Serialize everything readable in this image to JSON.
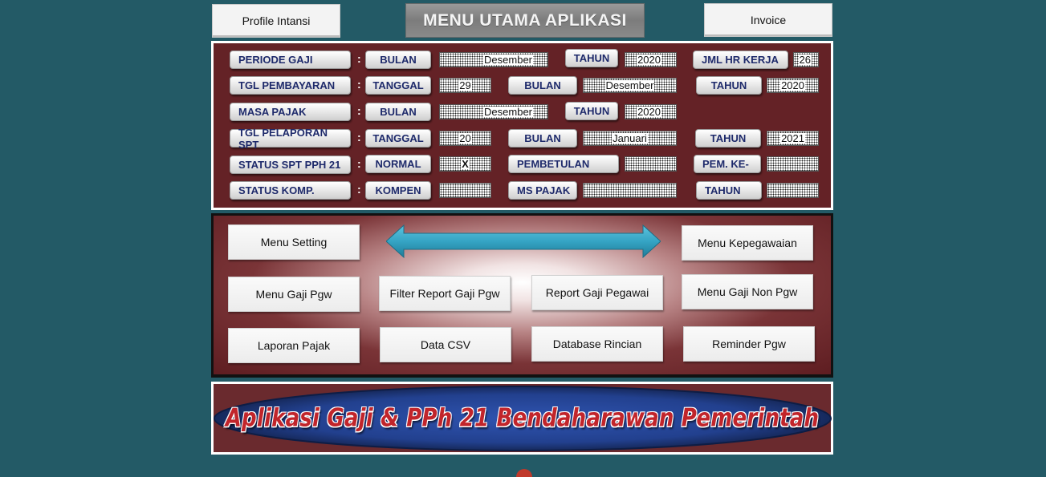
{
  "header": {
    "profile_button": "Profile Intansi",
    "title": "MENU UTAMA APLIKASI",
    "invoice_button": "Invoice"
  },
  "info": {
    "periode_gaji": {
      "label": "PERIODE GAJI",
      "bulan_label": "BULAN",
      "bulan": "Desember",
      "tahun_label": "TAHUN",
      "tahun": "2020",
      "jml_label": "JML HR KERJA",
      "jml": "26"
    },
    "tgl_pembayaran": {
      "label": "TGL PEMBAYARAN",
      "tanggal_label": "TANGGAL",
      "tanggal": "29",
      "bulan_label": "BULAN",
      "bulan": "Desember",
      "tahun_label": "TAHUN",
      "tahun": "2020"
    },
    "masa_pajak": {
      "label": "MASA PAJAK",
      "bulan_label": "BULAN",
      "bulan": "Desember",
      "tahun_label": "TAHUN",
      "tahun": "2020"
    },
    "tgl_pelaporan": {
      "label": "TGL PELAPORAN SPT",
      "tanggal_label": "TANGGAL",
      "tanggal": "20",
      "bulan_label": "BULAN",
      "bulan": "Januari",
      "tahun_label": "TAHUN",
      "tahun": "2021"
    },
    "status_spt": {
      "label": "STATUS SPT PPH 21",
      "normal_label": "NORMAL",
      "normal": "X",
      "pembetulan_label": "PEMBETULAN",
      "pembetulan": "",
      "pem_ke_label": "PEM. KE-",
      "pem_ke": ""
    },
    "status_komp": {
      "label": "STATUS KOMP.",
      "kompen_label": "KOMPEN",
      "kompen": "",
      "ms_pajak_label": "MS PAJAK",
      "ms_pajak": "",
      "tahun_label": "TAHUN",
      "tahun": ""
    },
    "colon": ":"
  },
  "menu": {
    "setting": "Menu Setting",
    "kepegawaian": "Menu Kepegawaian",
    "gaji_pgw": "Menu Gaji Pgw",
    "filter_report": "Filter Report Gaji Pgw",
    "report_gaji": "Report Gaji Pegawai",
    "gaji_non_pgw": "Menu Gaji Non Pgw",
    "laporan_pajak": "Laporan Pajak",
    "data_csv": "Data CSV",
    "database_rincian": "Database Rincian",
    "reminder": "Reminder Pgw"
  },
  "banner": {
    "text": "Aplikasi Gaji & PPh 21 Bendaharawan Pemerintah"
  },
  "colors": {
    "background": "#235a66",
    "panel_maroon": "#642226",
    "label_text": "#1e2a6b",
    "banner_text": "#c1252b",
    "arrow": "#35a4c4"
  },
  "icons": [
    "double-arrow-icon"
  ]
}
